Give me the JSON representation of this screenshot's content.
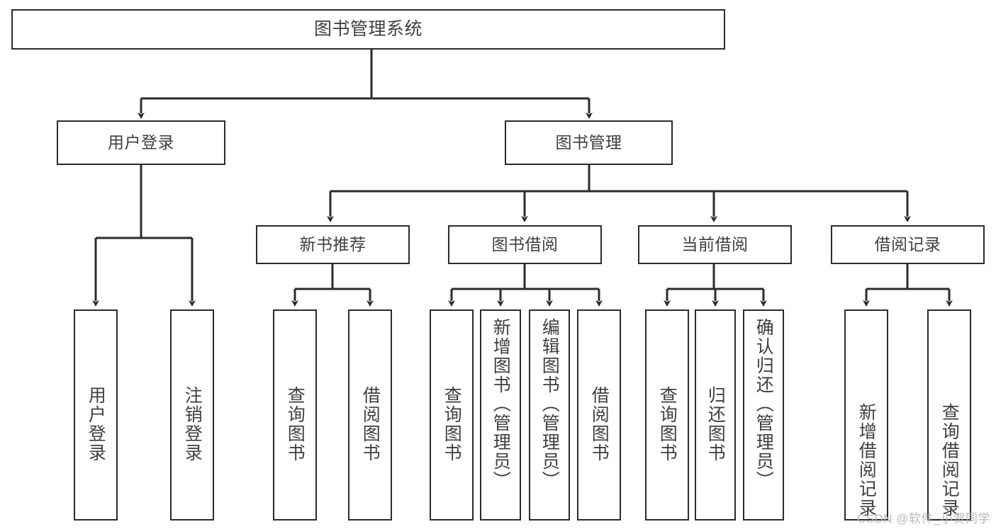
{
  "diagram": {
    "title": "图书管理系统",
    "type": "tree",
    "root": {
      "label": "图书管理系统"
    },
    "level2": [
      {
        "label": "用户登录"
      },
      {
        "label": "图书管理"
      }
    ],
    "level3": [
      {
        "label": "新书推荐"
      },
      {
        "label": "图书借阅"
      },
      {
        "label": "当前借阅"
      },
      {
        "label": "借阅记录"
      }
    ],
    "leaves": {
      "user_login": [
        {
          "label": "用户登录"
        },
        {
          "label": "注销登录"
        }
      ],
      "new_book_recommend": [
        {
          "label": "查询图书"
        },
        {
          "label": "借阅图书"
        }
      ],
      "book_borrow": [
        {
          "label": "查询图书"
        },
        {
          "label": "新增图书（管理员）"
        },
        {
          "label": "编辑图书（管理员）"
        },
        {
          "label": "借阅图书"
        }
      ],
      "current_borrow": [
        {
          "label": "查询图书"
        },
        {
          "label": "归还图书"
        },
        {
          "label": "确认归还（管理员）"
        }
      ],
      "borrow_record": [
        {
          "label": "新增借阅记录"
        },
        {
          "label": "查询借阅记录"
        }
      ]
    }
  },
  "watermark": {
    "text": "CSDN @软件_小贺同学"
  },
  "colors": {
    "border": "#2b2b2b",
    "text": "#3f3f3f",
    "background": "#ffffff",
    "watermark": "#b9b9b9"
  }
}
